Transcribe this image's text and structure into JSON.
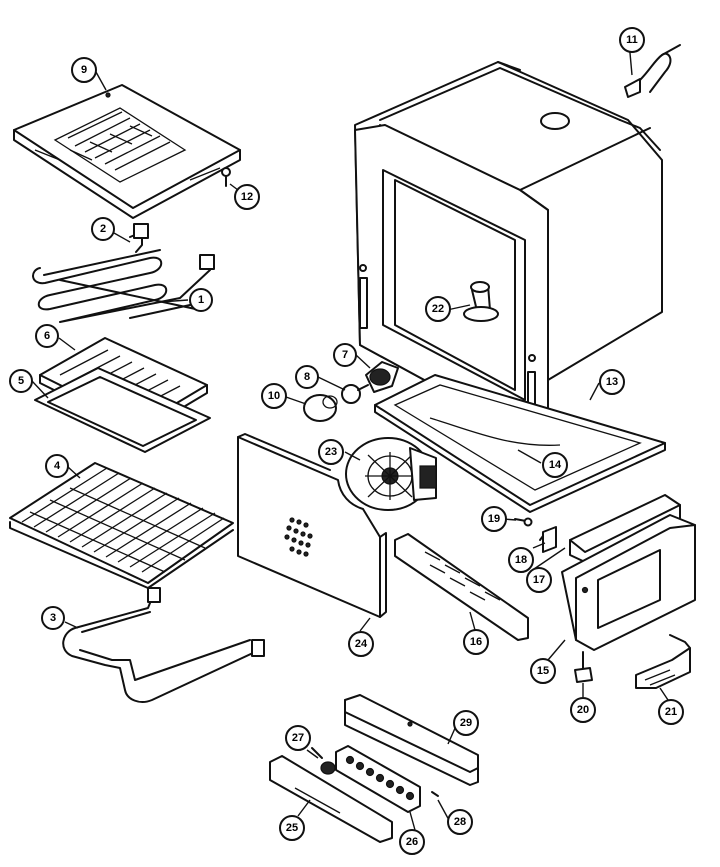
{
  "callouts": [
    {
      "label": "1"
    },
    {
      "label": "2"
    },
    {
      "label": "3"
    },
    {
      "label": "4"
    },
    {
      "label": "5"
    },
    {
      "label": "6"
    },
    {
      "label": "7"
    },
    {
      "label": "8"
    },
    {
      "label": "9"
    },
    {
      "label": "10"
    },
    {
      "label": "11"
    },
    {
      "label": "12"
    },
    {
      "label": "13"
    },
    {
      "label": "14"
    },
    {
      "label": "15"
    },
    {
      "label": "16"
    },
    {
      "label": "17"
    },
    {
      "label": "18"
    },
    {
      "label": "19"
    },
    {
      "label": "20"
    },
    {
      "label": "21"
    },
    {
      "label": "22"
    },
    {
      "label": "23"
    },
    {
      "label": "24"
    },
    {
      "label": "25"
    },
    {
      "label": "26"
    },
    {
      "label": "27"
    },
    {
      "label": "28"
    },
    {
      "label": "29"
    }
  ]
}
